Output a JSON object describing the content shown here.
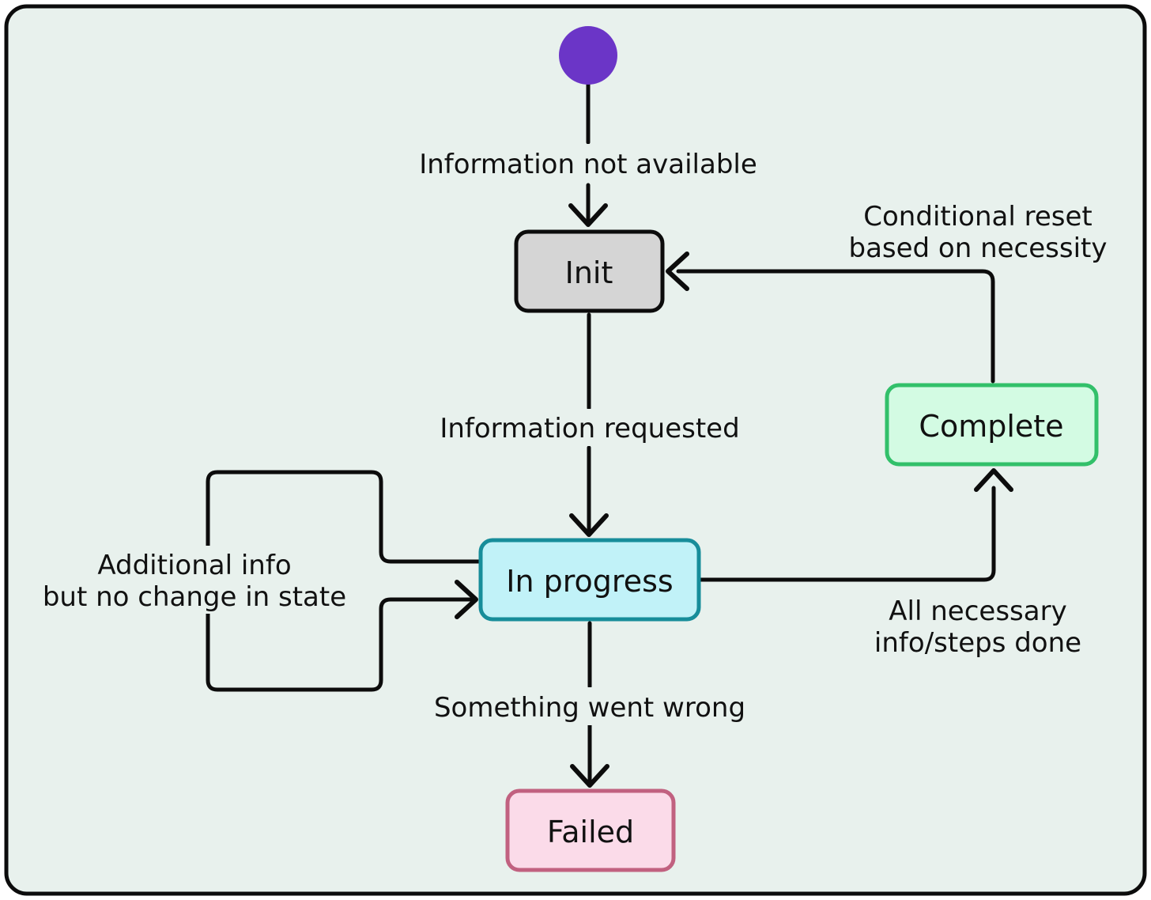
{
  "diagram": {
    "type": "state-diagram",
    "background": "#e8f1ed",
    "frame_border": "#0c0c0c",
    "line_color": "#0c0c0c",
    "text_color": "#111111"
  },
  "start": {
    "marker": "initial-state-dot",
    "color": "#6b35c7"
  },
  "states": [
    {
      "id": "init",
      "label": "Init",
      "fill": "#d5d5d5",
      "border": "#0c0c0c"
    },
    {
      "id": "in_progress",
      "label": "In progress",
      "fill": "#c1f2f8",
      "border": "#178d9a"
    },
    {
      "id": "complete",
      "label": "Complete",
      "fill": "#d3fbe3",
      "border": "#32c06a"
    },
    {
      "id": "failed",
      "label": "Failed",
      "fill": "#fbdbe9",
      "border": "#c16180"
    }
  ],
  "edges": [
    {
      "from": "start",
      "to": "init",
      "label": "Information not available"
    },
    {
      "from": "init",
      "to": "in_progress",
      "label": "Information requested"
    },
    {
      "from": "in_progress",
      "to": "in_progress",
      "label_line1": "Additional info",
      "label_line2": "but no change in state"
    },
    {
      "from": "in_progress",
      "to": "complete",
      "label_line1": "All necessary",
      "label_line2": "info/steps done"
    },
    {
      "from": "complete",
      "to": "init",
      "label_line1": "Conditional reset",
      "label_line2": "based on necessity"
    },
    {
      "from": "in_progress",
      "to": "failed",
      "label": "Something went wrong"
    }
  ]
}
